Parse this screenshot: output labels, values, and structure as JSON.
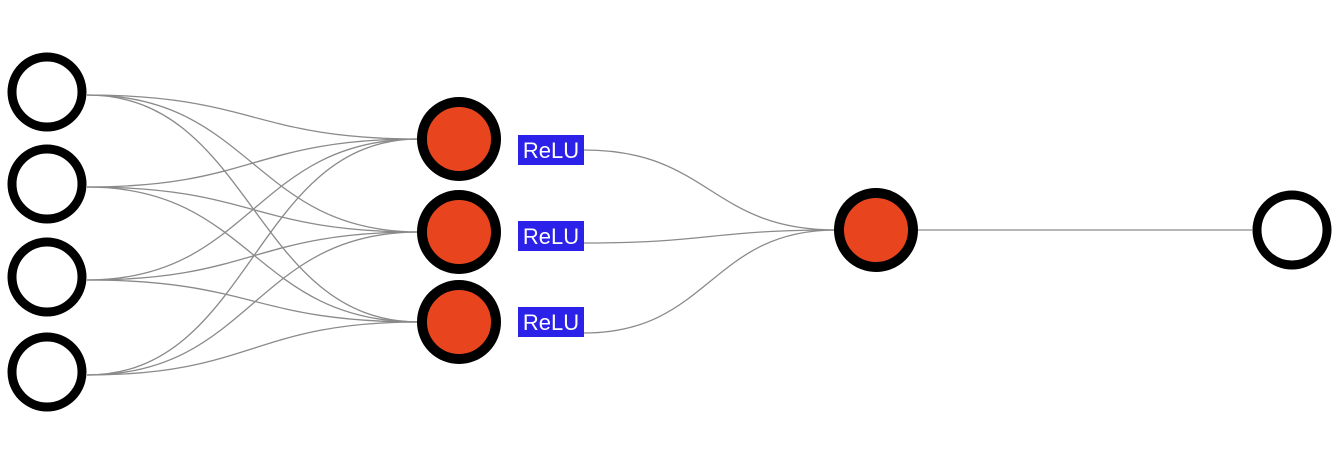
{
  "diagram": {
    "layers": [
      {
        "nodes": 4,
        "fill": "#ffffff"
      },
      {
        "nodes": 3,
        "fill": "#e8451f"
      },
      {
        "nodes": 1,
        "fill": "#e8451f"
      },
      {
        "nodes": 1,
        "fill": "#ffffff"
      }
    ],
    "activation_labels": [
      "ReLU",
      "ReLU",
      "ReLU"
    ],
    "colors": {
      "node_stroke": "#000000",
      "edge": "#8a8a8a",
      "label_bg": "#2b21e8",
      "label_text": "#ffffff",
      "hidden_fill": "#e8451f",
      "io_fill": "#ffffff"
    }
  }
}
